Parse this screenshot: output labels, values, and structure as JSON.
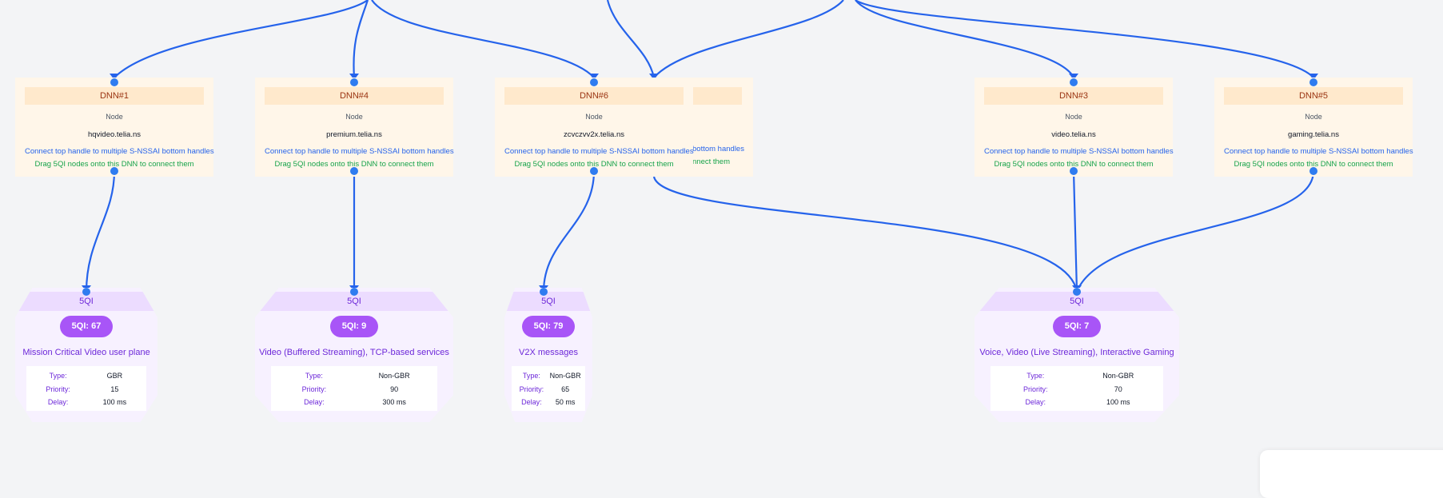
{
  "dnn_nodes": [
    {
      "title": "DNN#1",
      "type_label": "Node",
      "name": "hqvideo.telia.ns",
      "hint_connect": "Connect top handle to multiple S-NSSAI bottom handles",
      "hint_drag": "Drag 5QI nodes onto this DNN to connect them"
    },
    {
      "title": "DNN#4",
      "type_label": "Node",
      "name": "premium.telia.ns",
      "hint_connect": "Connect top handle to multiple S-NSSAI bottom handles",
      "hint_drag": "Drag 5QI nodes onto this DNN to connect them"
    },
    {
      "title": "DNN#6",
      "type_label": "Node",
      "name": "zcvczvv2x.telia.ns",
      "hint_connect": "Connect top handle to multiple S-NSSAI bottom handles",
      "hint_drag": "Drag 5QI nodes onto this DNN to connect them"
    },
    {
      "title": "DNN#3",
      "type_label": "Node",
      "name": "video.telia.ns",
      "hint_connect": "Connect top handle to multiple S-NSSAI bottom handles",
      "hint_drag": "Drag 5QI nodes onto this DNN to connect them"
    },
    {
      "title": "DNN#5",
      "type_label": "Node",
      "name": "gaming.telia.ns",
      "hint_connect": "Connect top handle to multiple S-NSSAI bottom handles",
      "hint_drag": "Drag 5QI nodes onto this DNN to connect them"
    }
  ],
  "ghost_node": {
    "hint_connect": "bottom handles",
    "hint_drag": "nnect them"
  },
  "qi_nodes": [
    {
      "title": "5QI",
      "badge": "5QI: 67",
      "description": "Mission Critical Video user plane",
      "type_label": "Type:",
      "type": "GBR",
      "priority_label": "Priority:",
      "priority": "15",
      "delay_label": "Delay:",
      "delay": "100 ms"
    },
    {
      "title": "5QI",
      "badge": "5QI: 9",
      "description": "Video (Buffered Streaming), TCP-based services",
      "type_label": "Type:",
      "type": "Non-GBR",
      "priority_label": "Priority:",
      "priority": "90",
      "delay_label": "Delay:",
      "delay": "300 ms"
    },
    {
      "title": "5QI",
      "badge": "5QI: 79",
      "description": "V2X messages",
      "type_label": "Type:",
      "type": "Non-GBR",
      "priority_label": "Priority:",
      "priority": "65",
      "delay_label": "Delay:",
      "delay": "50 ms"
    },
    {
      "title": "5QI",
      "badge": "5QI: 7",
      "description": "Voice, Video (Live Streaming), Interactive Gaming",
      "type_label": "Type:",
      "type": "Non-GBR",
      "priority_label": "Priority:",
      "priority": "70",
      "delay_label": "Delay:",
      "delay": "100 ms"
    }
  ],
  "colors": {
    "edge": "#2563eb",
    "dnn_bg": "#fff6e9",
    "qi_bg": "#f7f1ff",
    "badge": "#a855f7"
  }
}
